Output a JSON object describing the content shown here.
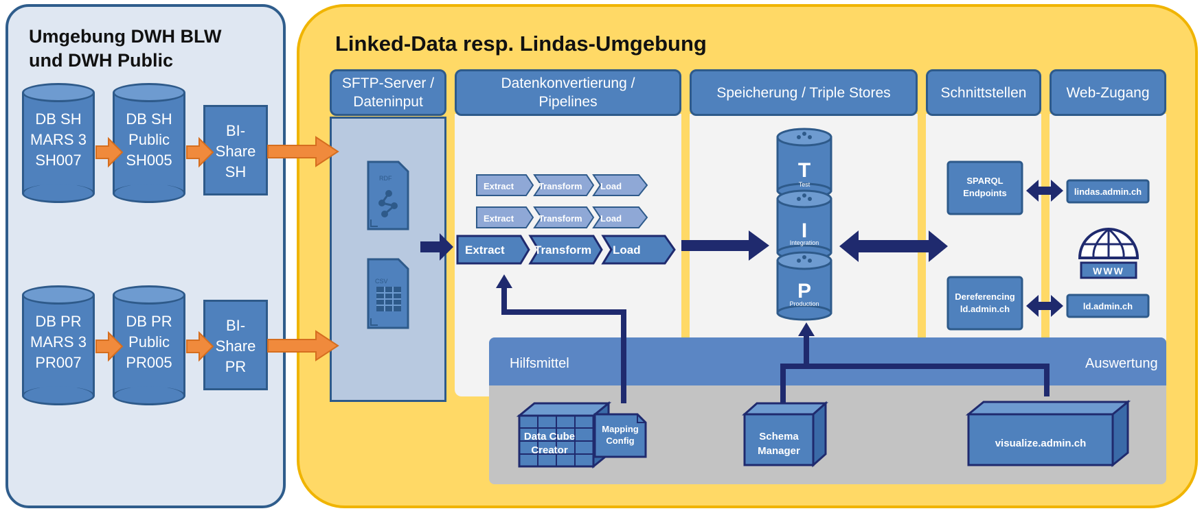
{
  "left_panel": {
    "title_line1": "Umgebung DWH BLW",
    "title_line2": "und DWH Public",
    "row_sh": {
      "db1": [
        "DB SH",
        "MARS 3",
        "SH007"
      ],
      "db2": [
        "DB SH",
        "Public",
        "SH005"
      ],
      "share": [
        "BI-",
        "Share",
        "SH"
      ]
    },
    "row_pr": {
      "db1": [
        "DB PR",
        "MARS 3",
        "PR007"
      ],
      "db2": [
        "DB PR",
        "Public",
        "PR005"
      ],
      "share": [
        "BI-",
        "Share",
        "PR"
      ]
    }
  },
  "right_panel": {
    "title": "Linked-Data resp. Lindas-Umgebung",
    "columns": {
      "sftp": [
        "SFTP-Server /",
        "Dateninput"
      ],
      "konv": [
        "Datenkonvertierung /",
        "Pipelines"
      ],
      "speicher": "Speicherung / Triple Stores",
      "schnitt": "Schnittstellen",
      "web": "Web-Zugang"
    },
    "files": {
      "rdf": "RDF",
      "csv": "CSV"
    },
    "pipelines": {
      "small_extract": "Extract",
      "small_transform": "Transform",
      "small_load": "Load",
      "main_extract": "Extract",
      "main_transform": "Transform",
      "main_load": "Load"
    },
    "stores": {
      "test_letter": "T",
      "test_label": "Test",
      "integration_letter": "I",
      "integration_label": "Integration",
      "production_letter": "P",
      "production_label": "Production"
    },
    "interfaces": {
      "sparql": [
        "SPARQL",
        "Endpoints"
      ],
      "deref": [
        "Dereferencing",
        "ld.admin.ch"
      ],
      "lindas": "lindas.admin.ch",
      "ld": "ld.admin.ch",
      "www": "WWW"
    },
    "tools": {
      "hilfsmittel": "Hilfsmittel",
      "auswertung": "Auswertung",
      "data_cube": [
        "Data Cube",
        "Creator"
      ],
      "mapping": [
        "Mapping",
        "Config"
      ],
      "schema": [
        "Schema",
        "Manager"
      ],
      "visualize": "visualize.admin.ch"
    }
  },
  "colors": {
    "blue": "#4f81bd",
    "dark_blue": "#2e5a8a",
    "navy_arrow": "#1f2a6e",
    "orange_arrow": "#f08a3c",
    "yellow": "#ffd966",
    "light_blue_panel": "#dfe7f2",
    "gray": "#c3c3c3"
  }
}
